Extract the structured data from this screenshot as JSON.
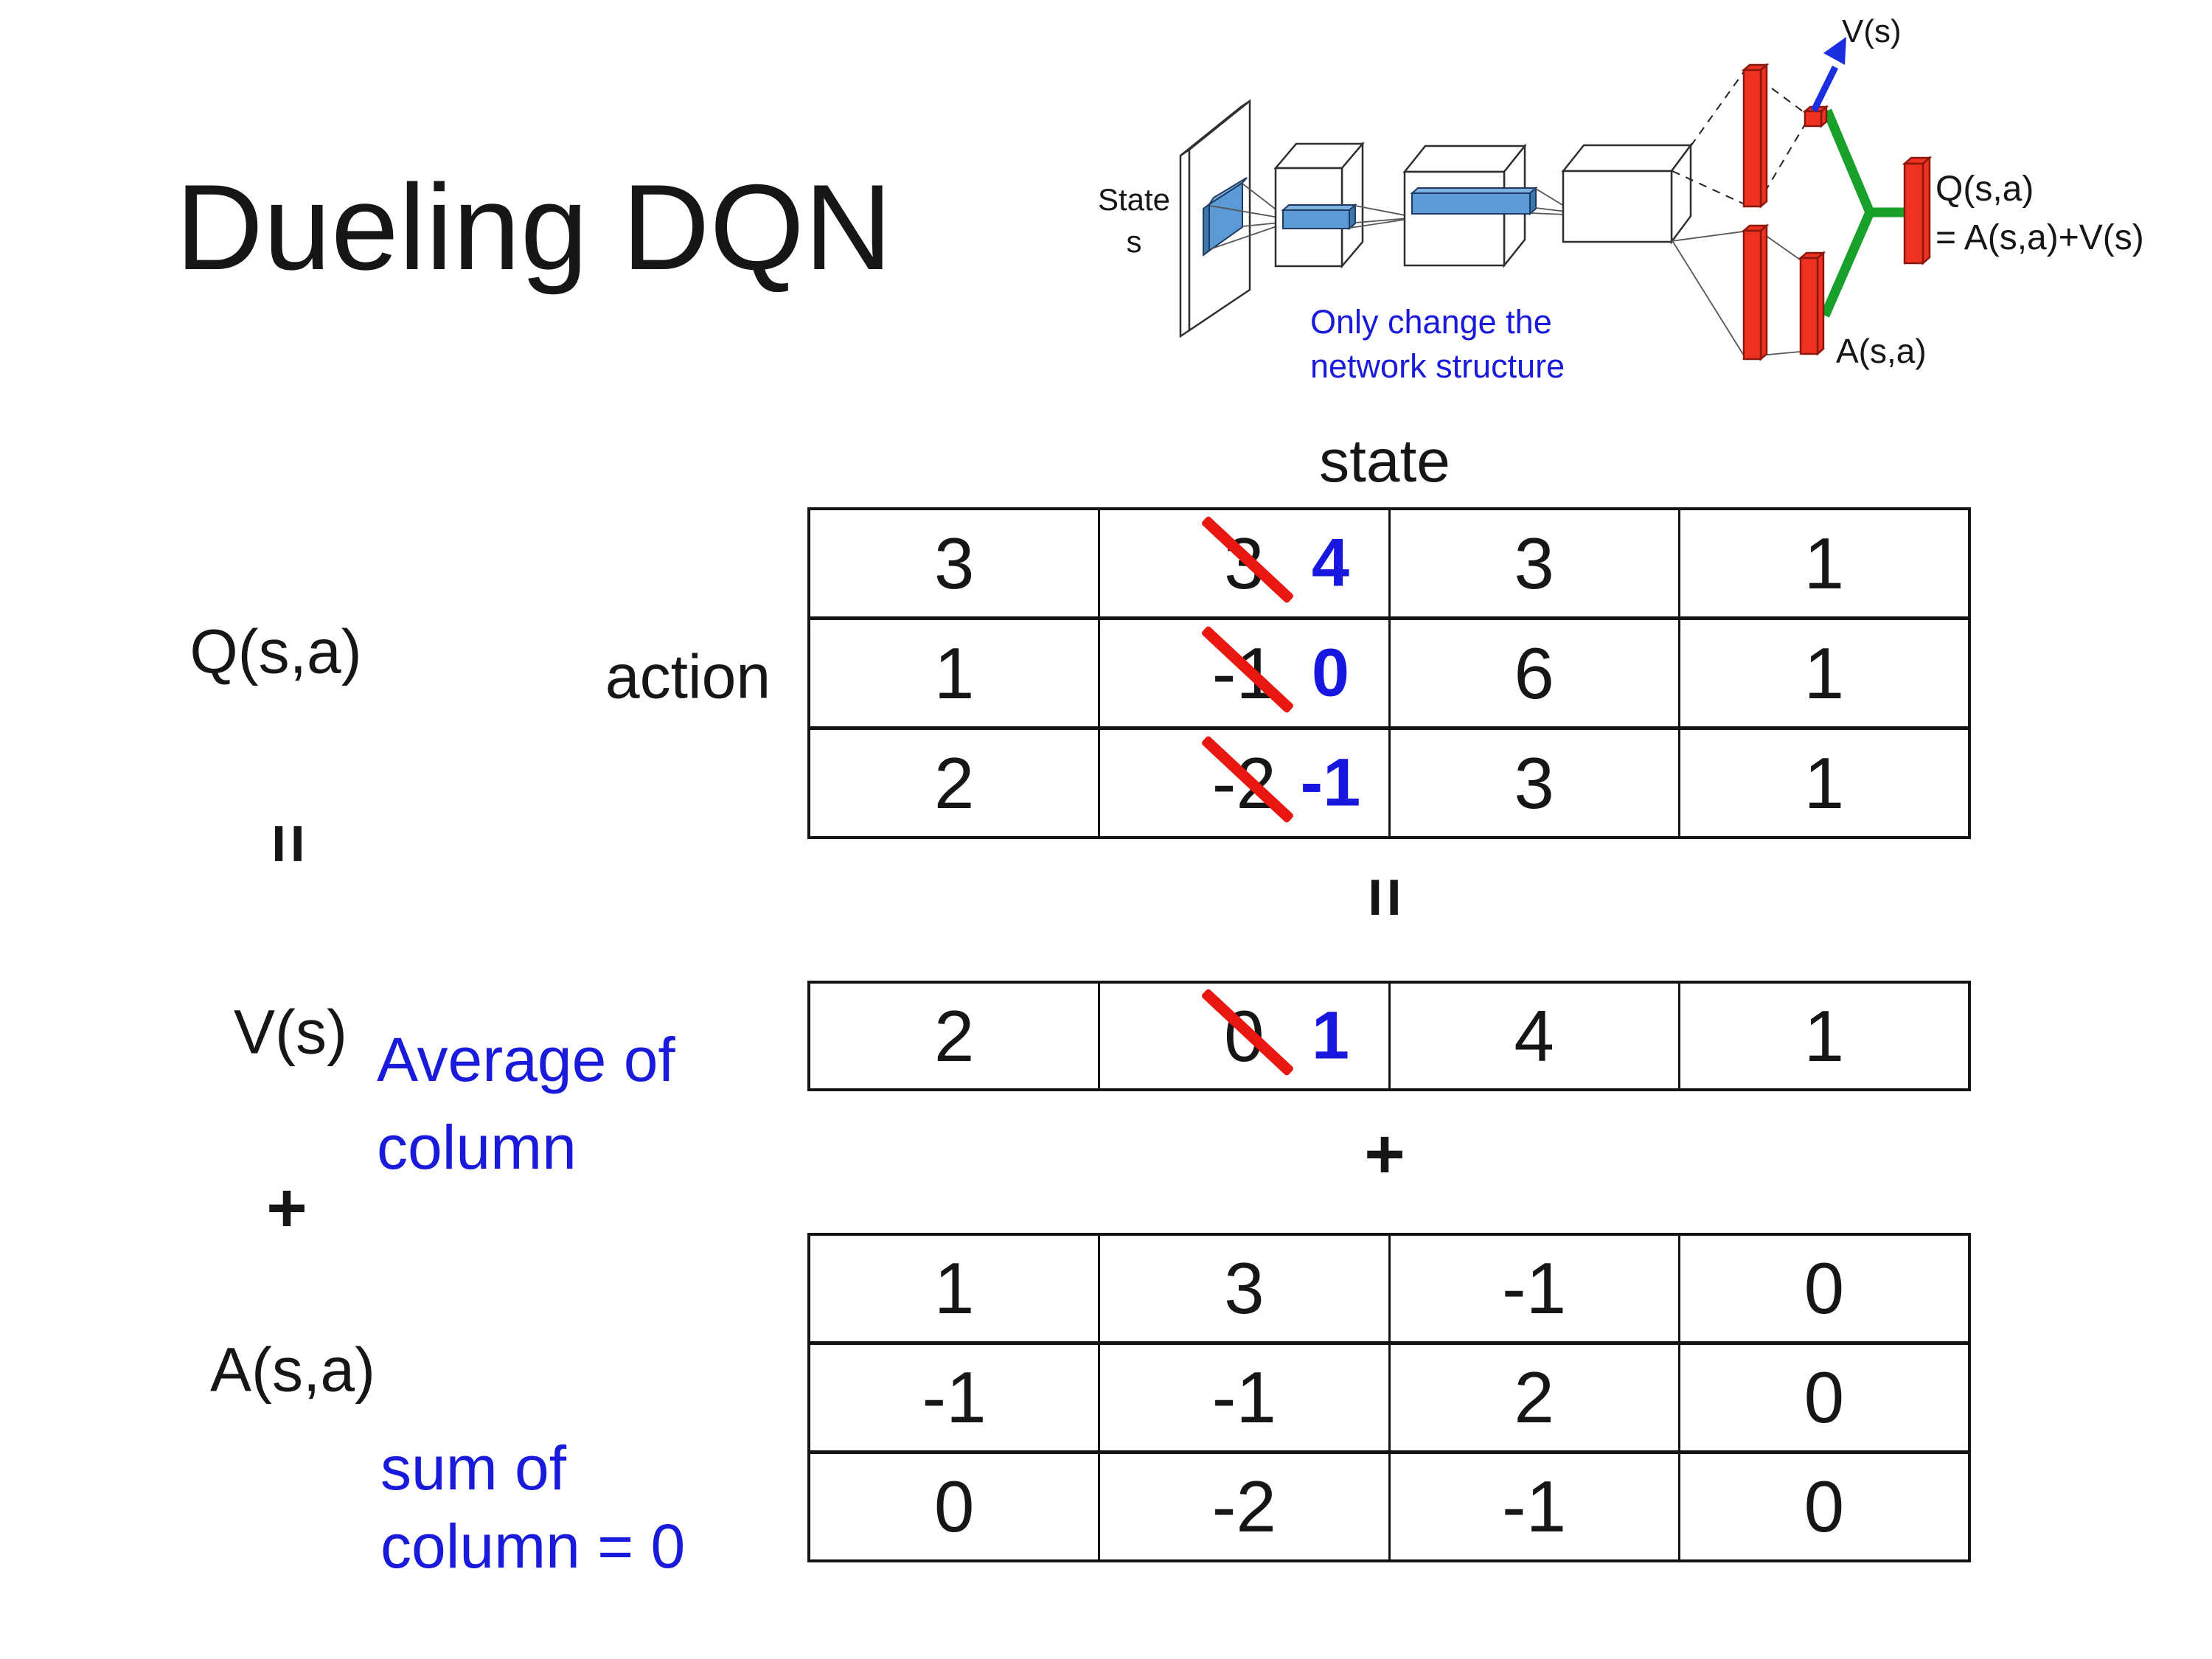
{
  "title": "Dueling DQN",
  "colors": {
    "text": "#161616",
    "blue_note": "#1a1ada",
    "accent_blue": "#1717e0",
    "strike_red": "#e8170f",
    "table_line": "#141414",
    "bar_red": "#ee3120",
    "bar_red_edge": "#8c170c",
    "feature_blue": "#5b9bd5",
    "feature_blue_light": "#7fb2e0",
    "feature_blue_dark": "#3c78ad",
    "feature_blue_edge": "#1f3b63",
    "box_edge": "#2f2f2f",
    "wire_gray": "#555555",
    "dash_dark": "#222222",
    "green_link": "#17a02a",
    "arrow_blue": "#1b2fe0"
  },
  "diagram": {
    "input_label_line1": "State",
    "input_label_line2": "s",
    "note_line1": "Only change the",
    "note_line2": "network structure",
    "value_output_label": "V(s)",
    "advantage_output_label": "A(s,a)",
    "q_output_label_line1": "Q(s,a)",
    "q_output_label_line2": "= A(s,a)+V(s)"
  },
  "equation": {
    "q_label": "Q(s,a)",
    "action_label": "action",
    "state_label": "state",
    "equals_sign": "=",
    "plus_sign": "+",
    "v_label": "V(s)",
    "average_note_line1": "Average of",
    "average_note_line2": "column",
    "a_label": "A(s,a)",
    "sum_note_line1": "sum of",
    "sum_note_line2": "column = 0"
  },
  "tables": {
    "q_matrix": {
      "rows": [
        [
          {
            "value": "3"
          },
          {
            "value": "3",
            "crossed": true,
            "replacement": "4"
          },
          {
            "value": "3"
          },
          {
            "value": "1"
          }
        ],
        [
          {
            "value": "1"
          },
          {
            "value": "-1",
            "crossed": true,
            "replacement": "0"
          },
          {
            "value": "6"
          },
          {
            "value": "1"
          }
        ],
        [
          {
            "value": "2"
          },
          {
            "value": "-2",
            "crossed": true,
            "replacement": "-1"
          },
          {
            "value": "3"
          },
          {
            "value": "1"
          }
        ]
      ]
    },
    "v_vector": {
      "rows": [
        [
          {
            "value": "2"
          },
          {
            "value": "0",
            "crossed": true,
            "replacement": "1"
          },
          {
            "value": "4"
          },
          {
            "value": "1"
          }
        ]
      ]
    },
    "a_matrix": {
      "rows": [
        [
          {
            "value": "1"
          },
          {
            "value": "3"
          },
          {
            "value": "-1"
          },
          {
            "value": "0"
          }
        ],
        [
          {
            "value": "-1"
          },
          {
            "value": "-1"
          },
          {
            "value": "2"
          },
          {
            "value": "0"
          }
        ],
        [
          {
            "value": "0"
          },
          {
            "value": "-2"
          },
          {
            "value": "-1"
          },
          {
            "value": "0"
          }
        ]
      ]
    }
  }
}
